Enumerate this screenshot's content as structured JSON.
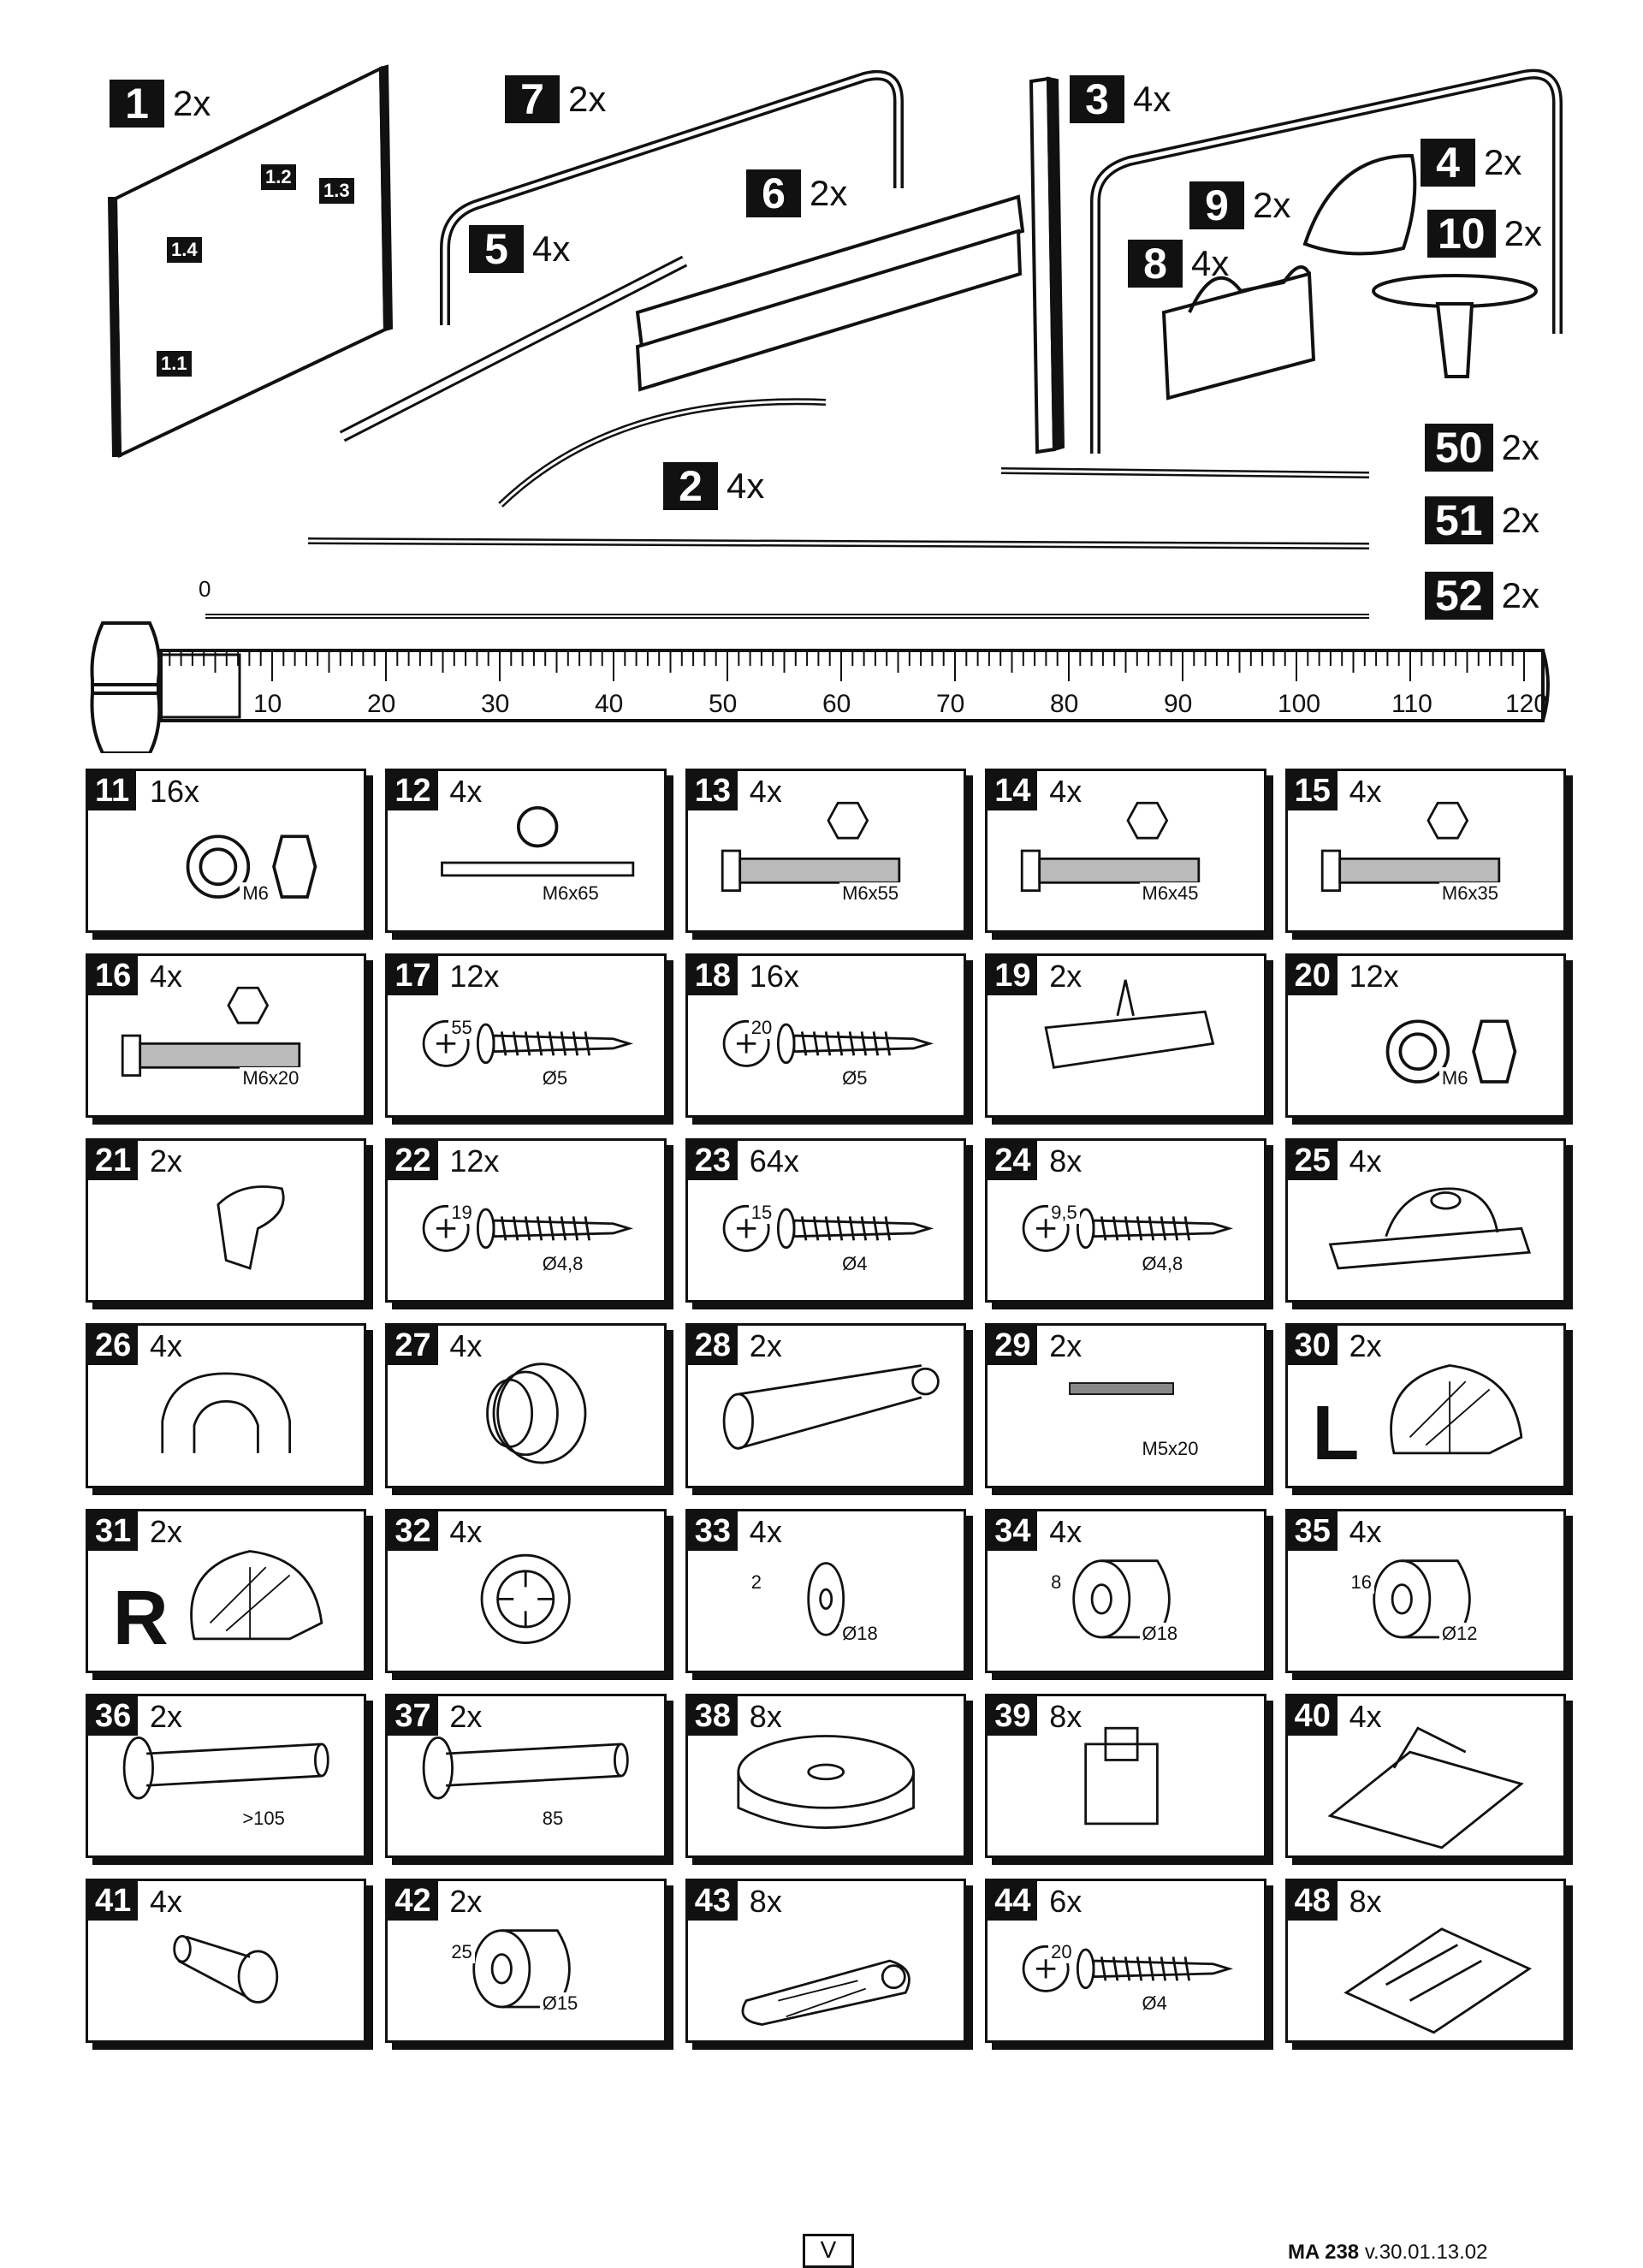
{
  "top_parts": [
    {
      "id": "1",
      "qty": "2x"
    },
    {
      "id": "7",
      "qty": "2x"
    },
    {
      "id": "3",
      "qty": "4x"
    },
    {
      "id": "4",
      "qty": "2x"
    },
    {
      "id": "6",
      "qty": "2x"
    },
    {
      "id": "9",
      "qty": "2x"
    },
    {
      "id": "5",
      "qty": "4x"
    },
    {
      "id": "8",
      "qty": "4x"
    },
    {
      "id": "10",
      "qty": "2x"
    },
    {
      "id": "2",
      "qty": "4x"
    },
    {
      "id": "50",
      "qty": "2x"
    },
    {
      "id": "51",
      "qty": "2x"
    },
    {
      "id": "52",
      "qty": "2x"
    }
  ],
  "sub_parts": [
    "1.2",
    "1.3",
    "1.4",
    "1.1"
  ],
  "ruler": {
    "zero_label": "0",
    "ticks": [
      "10",
      "20",
      "30",
      "40",
      "50",
      "60",
      "70",
      "80",
      "90",
      "100",
      "110",
      "120"
    ]
  },
  "grid_parts": [
    {
      "id": "11",
      "qty": "16x",
      "dims": [
        "M6"
      ]
    },
    {
      "id": "12",
      "qty": "4x",
      "dims": [
        "M6x65"
      ]
    },
    {
      "id": "13",
      "qty": "4x",
      "dims": [
        "M6x55"
      ]
    },
    {
      "id": "14",
      "qty": "4x",
      "dims": [
        "M6x45"
      ]
    },
    {
      "id": "15",
      "qty": "4x",
      "dims": [
        "M6x35"
      ]
    },
    {
      "id": "16",
      "qty": "4x",
      "dims": [
        "M6x20"
      ]
    },
    {
      "id": "17",
      "qty": "12x",
      "dims": [
        "Ø5",
        "55"
      ]
    },
    {
      "id": "18",
      "qty": "16x",
      "dims": [
        "Ø5",
        "20"
      ]
    },
    {
      "id": "19",
      "qty": "2x",
      "dims": []
    },
    {
      "id": "20",
      "qty": "12x",
      "dims": [
        "M6"
      ]
    },
    {
      "id": "21",
      "qty": "2x",
      "dims": []
    },
    {
      "id": "22",
      "qty": "12x",
      "dims": [
        "Ø4,8",
        "19"
      ]
    },
    {
      "id": "23",
      "qty": "64x",
      "dims": [
        "Ø4",
        "15"
      ]
    },
    {
      "id": "24",
      "qty": "8x",
      "dims": [
        "Ø4,8",
        "9,5"
      ]
    },
    {
      "id": "25",
      "qty": "4x",
      "dims": []
    },
    {
      "id": "26",
      "qty": "4x",
      "dims": []
    },
    {
      "id": "27",
      "qty": "4x",
      "dims": []
    },
    {
      "id": "28",
      "qty": "2x",
      "dims": []
    },
    {
      "id": "29",
      "qty": "2x",
      "dims": [
        "M5x20"
      ]
    },
    {
      "id": "30",
      "qty": "2x",
      "dims": [
        "L"
      ]
    },
    {
      "id": "31",
      "qty": "2x",
      "dims": [
        "R"
      ]
    },
    {
      "id": "32",
      "qty": "4x",
      "dims": []
    },
    {
      "id": "33",
      "qty": "4x",
      "dims": [
        "Ø18",
        "2"
      ]
    },
    {
      "id": "34",
      "qty": "4x",
      "dims": [
        "Ø18",
        "8"
      ]
    },
    {
      "id": "35",
      "qty": "4x",
      "dims": [
        "Ø12",
        "16"
      ]
    },
    {
      "id": "36",
      "qty": "2x",
      "dims": [
        ">105"
      ]
    },
    {
      "id": "37",
      "qty": "2x",
      "dims": [
        "85"
      ]
    },
    {
      "id": "38",
      "qty": "8x",
      "dims": []
    },
    {
      "id": "39",
      "qty": "8x",
      "dims": []
    },
    {
      "id": "40",
      "qty": "4x",
      "dims": []
    },
    {
      "id": "41",
      "qty": "4x",
      "dims": []
    },
    {
      "id": "42",
      "qty": "2x",
      "dims": [
        "Ø15",
        "25"
      ]
    },
    {
      "id": "43",
      "qty": "8x",
      "dims": []
    },
    {
      "id": "44",
      "qty": "6x",
      "dims": [
        "Ø4",
        "20"
      ]
    },
    {
      "id": "48",
      "qty": "8x",
      "dims": []
    }
  ],
  "footer": {
    "box": "V",
    "code_bold": "MA 238",
    "code": "v.30.01.13.02"
  }
}
